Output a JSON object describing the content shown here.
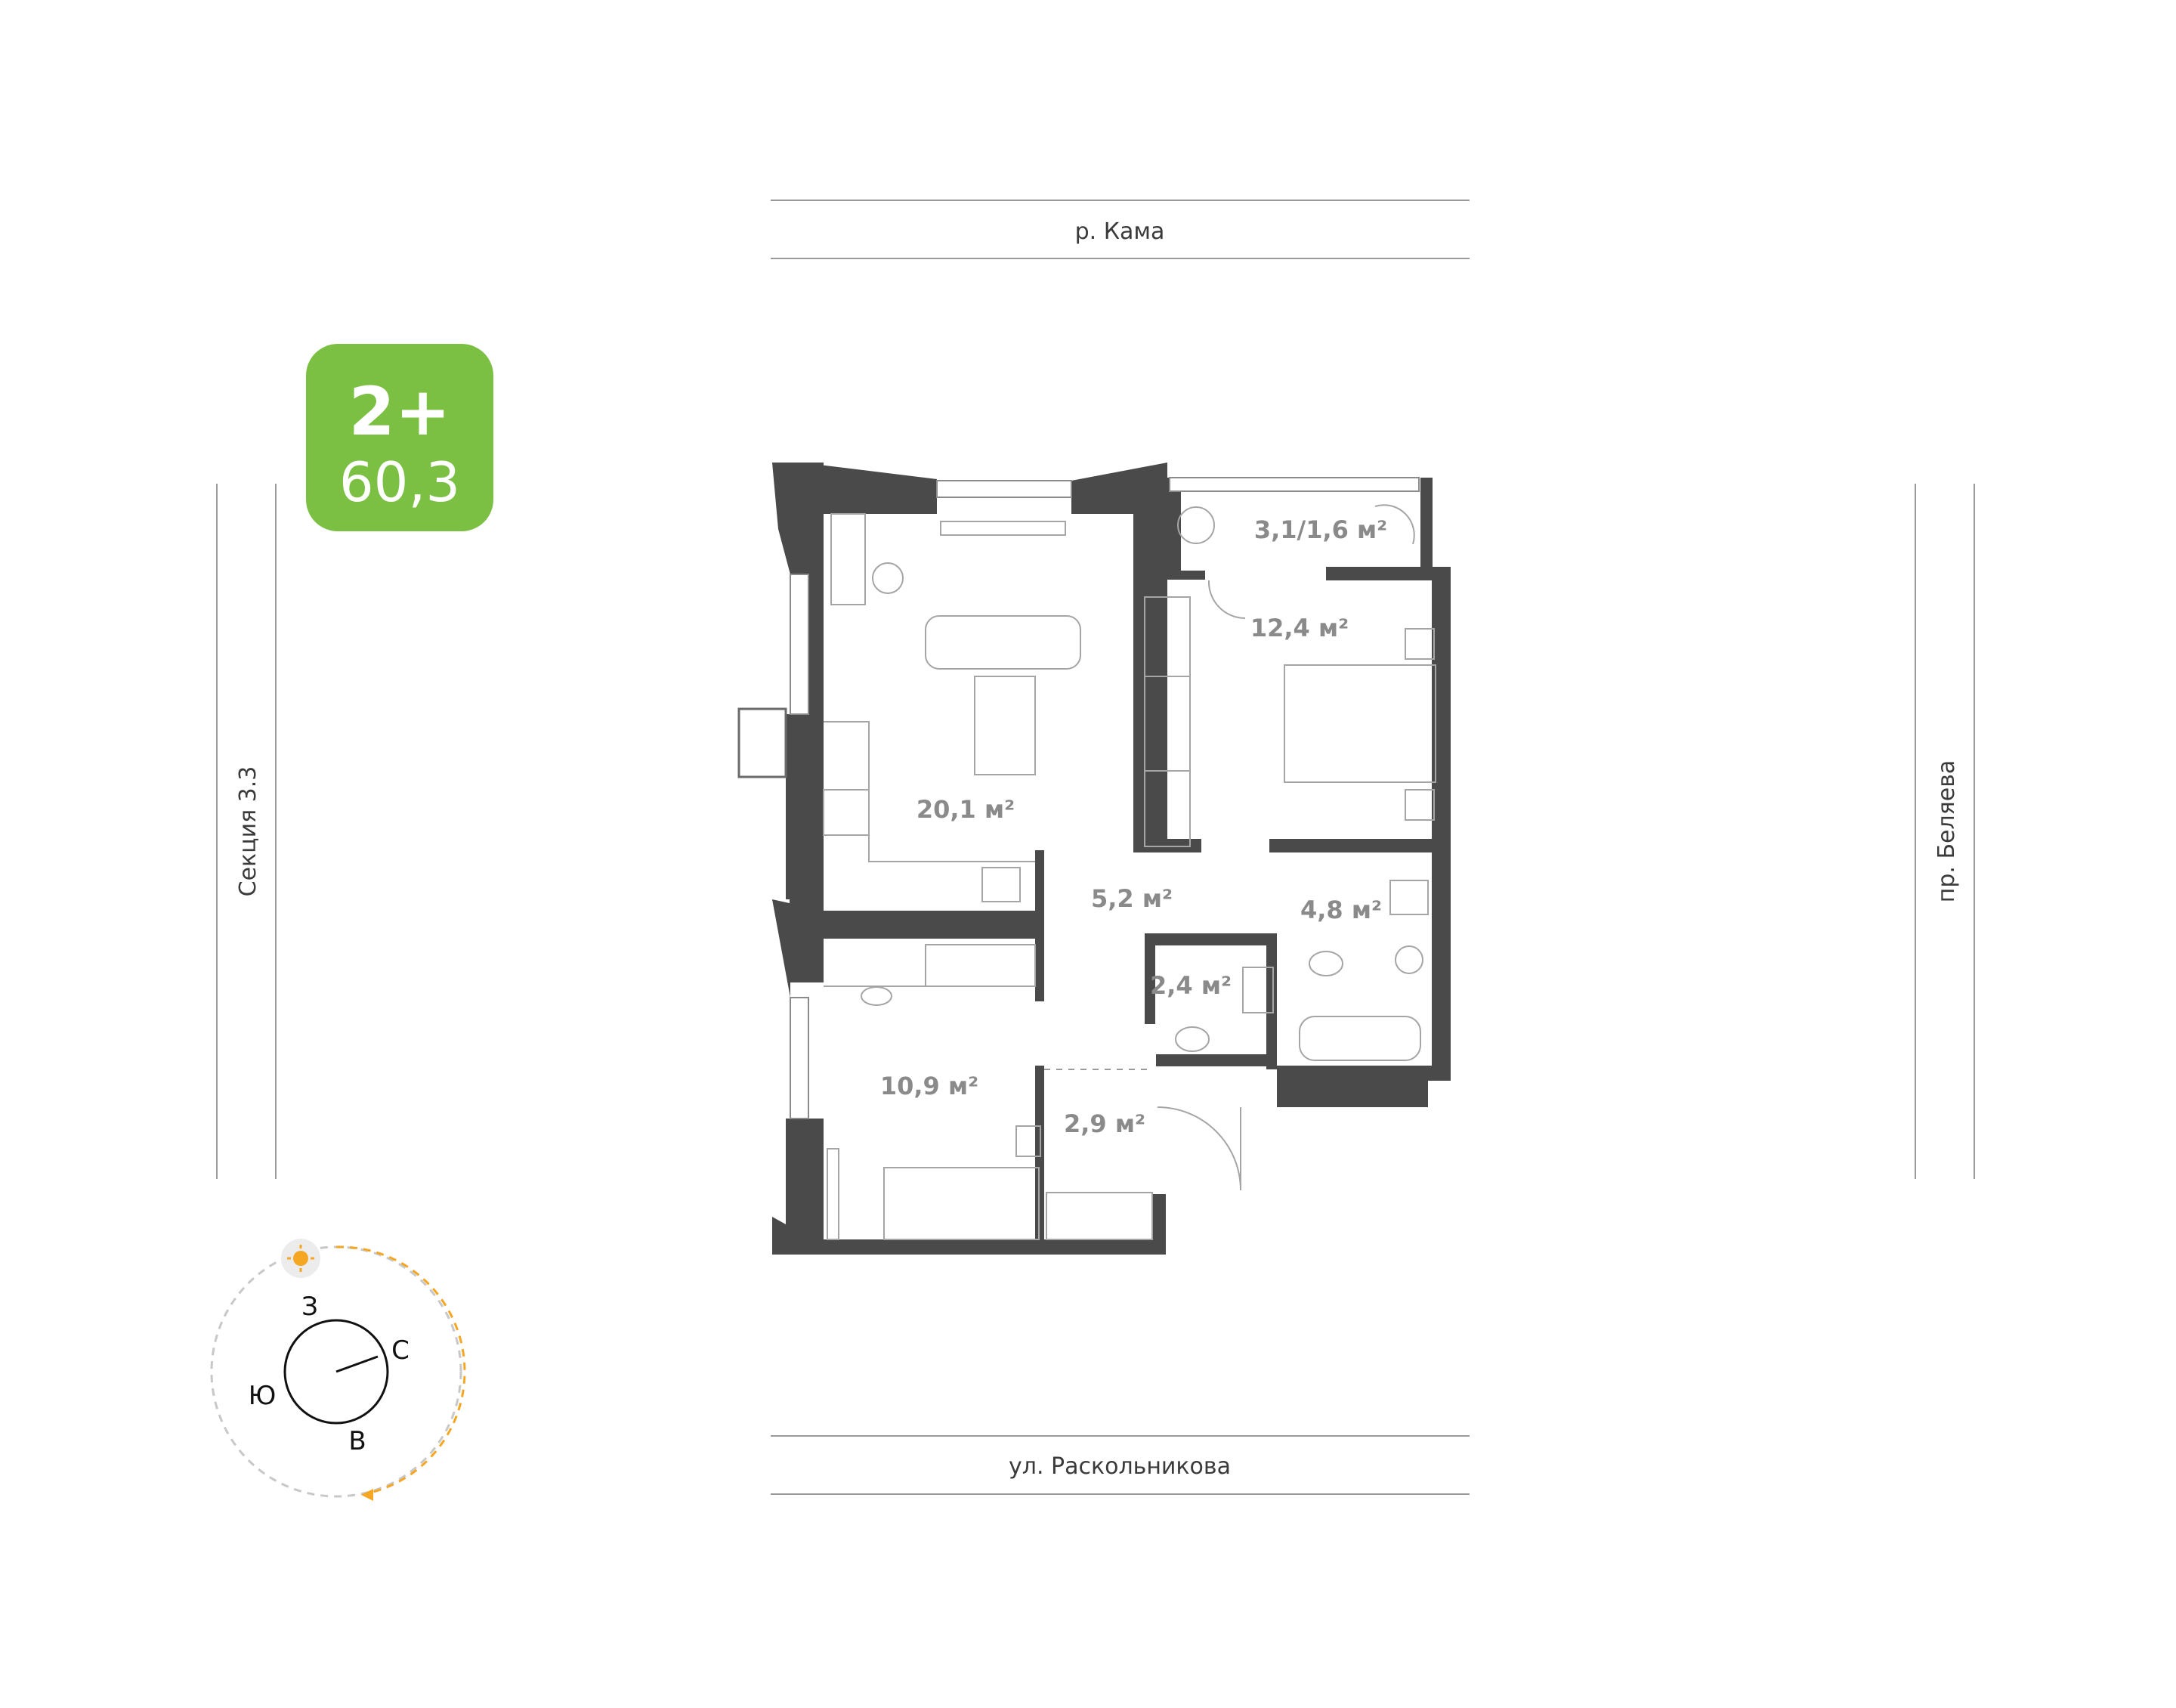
{
  "badge": {
    "rooms": "2+",
    "area": "60,3",
    "color": "#7cc043"
  },
  "streets": {
    "top": "р. Кама",
    "bottom": "ул. Раскольникова",
    "left": "Секция 3.3",
    "right": "пр. Беляева"
  },
  "rooms": {
    "living": "20,1 м²",
    "balcony": "3,1/1,6 м²",
    "bedroom": "12,4 м²",
    "hall": "5,2 м²",
    "bathroom": "4,8 м²",
    "wc": "2,4 м²",
    "kids": "10,9 м²",
    "entry": "2,9 м²"
  },
  "compass": {
    "north": "С",
    "south": "Ю",
    "east": "В",
    "west": "З",
    "icons": [
      "sun-icon",
      "arrow-icon"
    ],
    "accent": "#f5a623"
  },
  "colors": {
    "wall": "#4a4a4a",
    "text": "#8a8a8a"
  }
}
